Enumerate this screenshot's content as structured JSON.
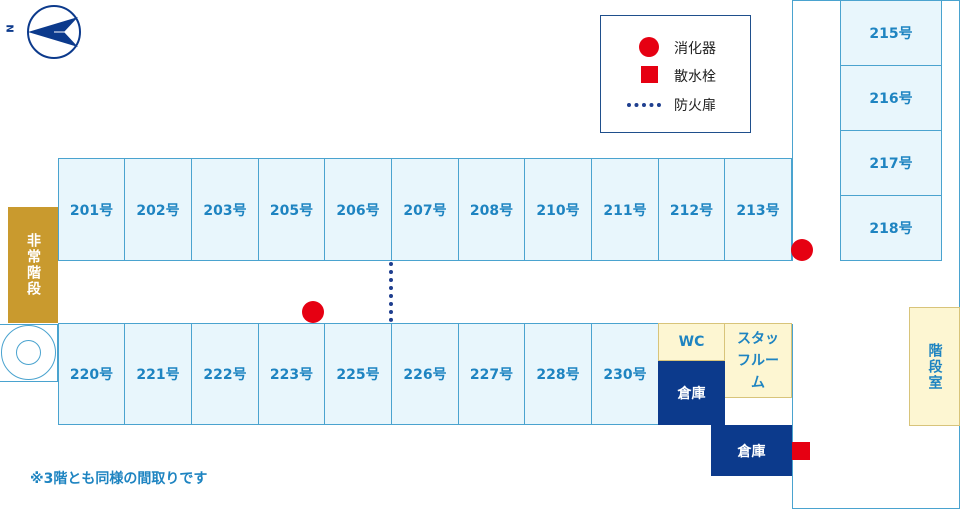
{
  "compass": {
    "letter": "N"
  },
  "legend": {
    "extinguisher": "消化器",
    "hydrant": "散水栓",
    "firedoor": "防火扉"
  },
  "rooms_top": [
    "201号",
    "202号",
    "203号",
    "205号",
    "206号",
    "207号",
    "208号",
    "210号",
    "211号",
    "212号",
    "213号"
  ],
  "rooms_bottom": [
    "220号",
    "221号",
    "222号",
    "223号",
    "225号",
    "226号",
    "227号",
    "228号",
    "230号"
  ],
  "rooms_east": [
    "215号",
    "216号",
    "217号",
    "218号"
  ],
  "facilities": {
    "emergency_stairs": "非常階段",
    "wc": "WC",
    "staff_room": "スタッフルーム",
    "storage_1": "倉庫",
    "storage_2": "倉庫",
    "stairwell": "階段室"
  },
  "note": "※3階とも同様の間取りです",
  "colors": {
    "room_fill": "#e8f6fc",
    "room_border": "#4aa3cf",
    "text_blue": "#1e84c1",
    "facility_yellow": "#fdf6d2",
    "storage_navy": "#0c3a8c",
    "stairs_gold": "#c99a2e",
    "marker_red": "#e60012",
    "firedoor_dots": "#1f3f8f"
  }
}
